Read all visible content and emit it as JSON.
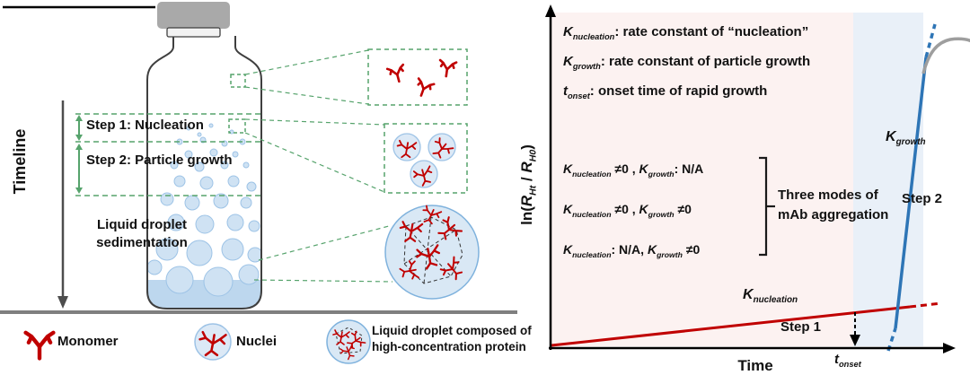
{
  "left_panel": {
    "timeline_label": "Timeline",
    "step1_label": "Step 1: Nucleation",
    "step2_label": "Step 2: Particle growth",
    "sedimentation_line1": "Liquid droplet",
    "sedimentation_line2": "sedimentation",
    "legend": {
      "monomer_label": "Monomer",
      "nuclei_label": "Nuclei",
      "droplet_line1": "Liquid droplet composed of",
      "droplet_line2": "high-concentration protein"
    }
  },
  "plot": {
    "y_axis_label": {
      "pre": "ln(",
      "sym1": "R",
      "sub1": "Ht",
      "mid": " / ",
      "sym2": "R",
      "sub2": "H0",
      "post": ")"
    },
    "x_axis_label": "Time",
    "definitions": [
      {
        "sym": "K",
        "sub": "nucleation",
        "text": ": rate constant of “nucleation”"
      },
      {
        "sym": "K",
        "sub": "growth",
        "text": ": rate constant of particle growth"
      },
      {
        "sym": "t",
        "sub": "onset",
        "text": ": onset time of rapid growth"
      }
    ],
    "modes": [
      {
        "sym1": "K",
        "sub1": "nucleation",
        "mid": " ≠0 , ",
        "sym2": "K",
        "sub2": "growth",
        "end": ": N/A"
      },
      {
        "sym1": "K",
        "sub1": "nucleation",
        "mid": " ≠0 , ",
        "sym2": "K",
        "sub2": "growth",
        "end": " ≠0"
      },
      {
        "sym1": "K",
        "sub1": "nucleation",
        "mid": ": N/A, ",
        "sym2": "K",
        "sub2": "growth",
        "end": " ≠0"
      }
    ],
    "modes_note_line1": "Three modes of",
    "modes_note_line2": "mAb aggregation",
    "curve_labels": {
      "k_growth": {
        "sym": "K",
        "sub": "growth"
      },
      "k_nucleation": {
        "sym": "K",
        "sub": "nucleation"
      },
      "step1": "Step 1",
      "step2": "Step 2",
      "t_onset": {
        "sym": "t",
        "sub": "onset"
      }
    }
  },
  "colors": {
    "monomer_red": "#c00000",
    "growth_blue": "#2e75b6",
    "droplet_fill": "#cfe2f3",
    "droplet_stroke": "#9dc3e6",
    "dashed_green": "#56a36c",
    "plateau_gray": "#9e9e9e",
    "plot_bg_pink": "#fcf2f1",
    "plot_bg_blue": "#e9f0f8",
    "cap_gray": "#a9a9a9"
  }
}
